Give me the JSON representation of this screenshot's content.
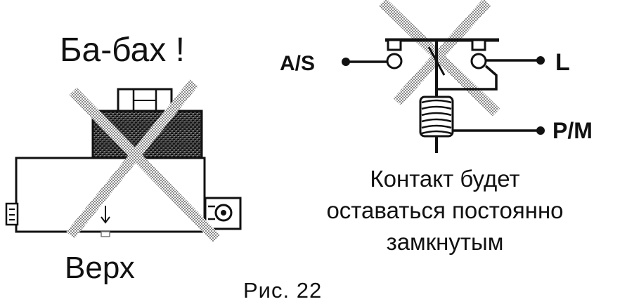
{
  "left_panel": {
    "title": "Ба-бах !",
    "caption": "Верх"
  },
  "right_panel": {
    "terminal_as": "A/S",
    "terminal_l": "L",
    "terminal_pm": "P/M",
    "note_line1": "Контакт будет",
    "note_line2": "оставаться постоянно",
    "note_line3": "замкнутым"
  },
  "figure_caption": "Рис. 22",
  "colors": {
    "ink": "#111111",
    "hatch": "#9a9a9a",
    "background": "#ffffff"
  }
}
